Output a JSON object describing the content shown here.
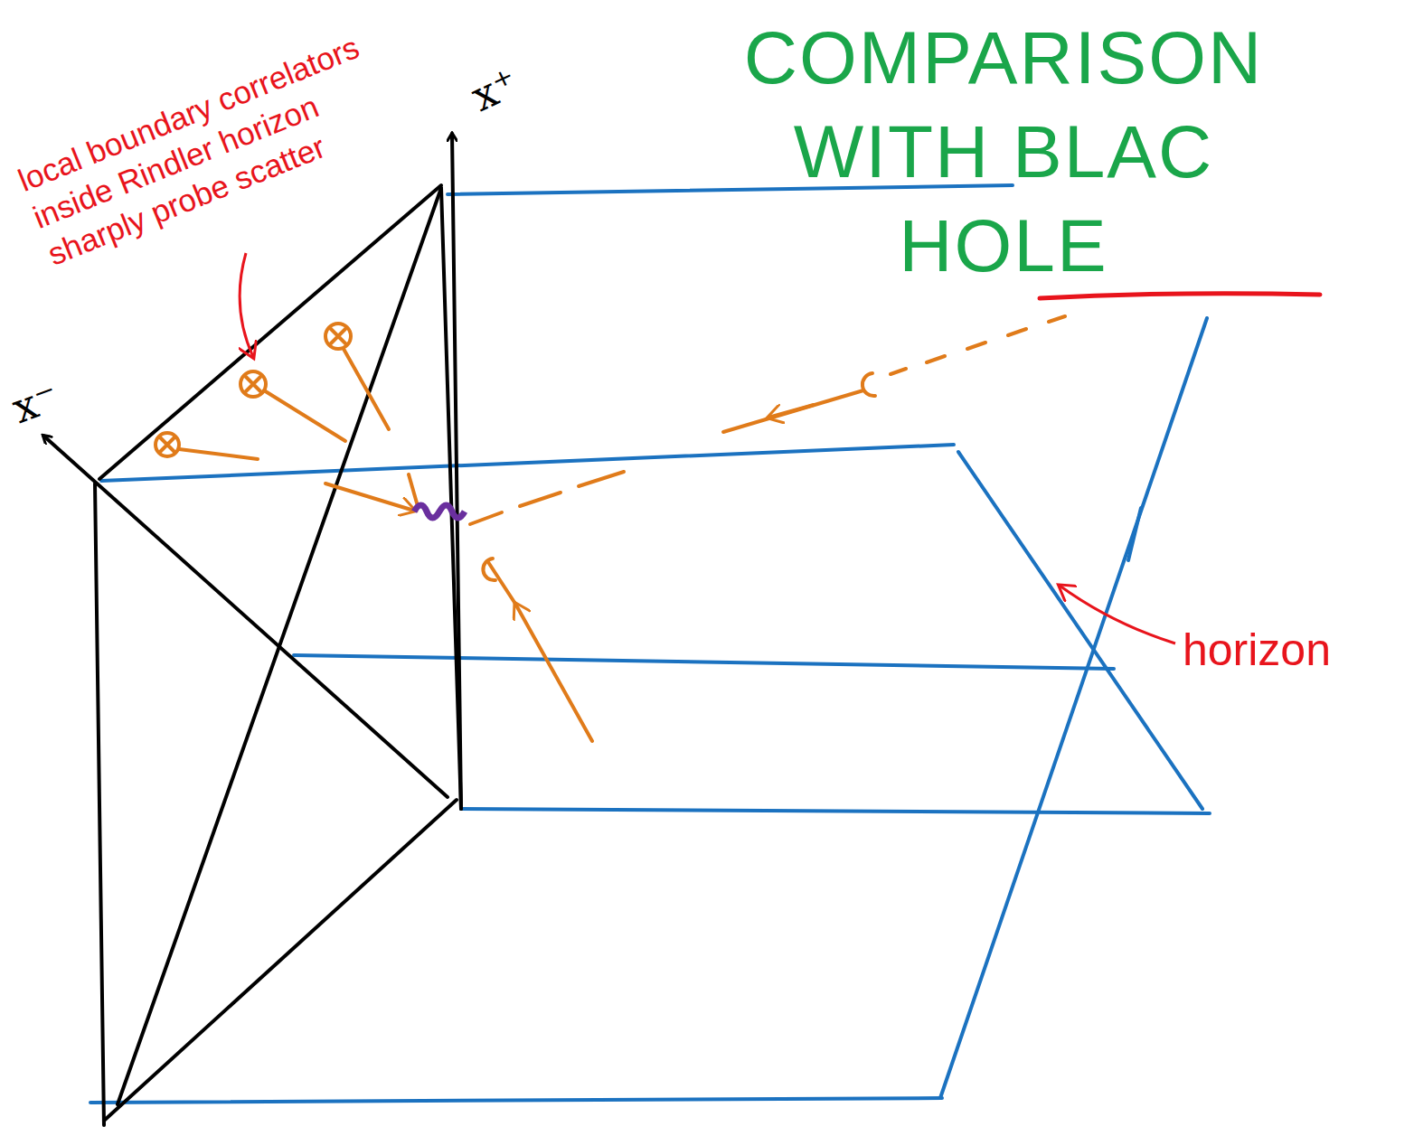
{
  "diagram": {
    "title": "COMPARISON WITH BLAC HOLE",
    "labels": [
      "local boundary correlators inside Rindler horizon sharply probe scatter",
      "x⁺",
      "x⁻",
      "horizon"
    ]
  }
}
